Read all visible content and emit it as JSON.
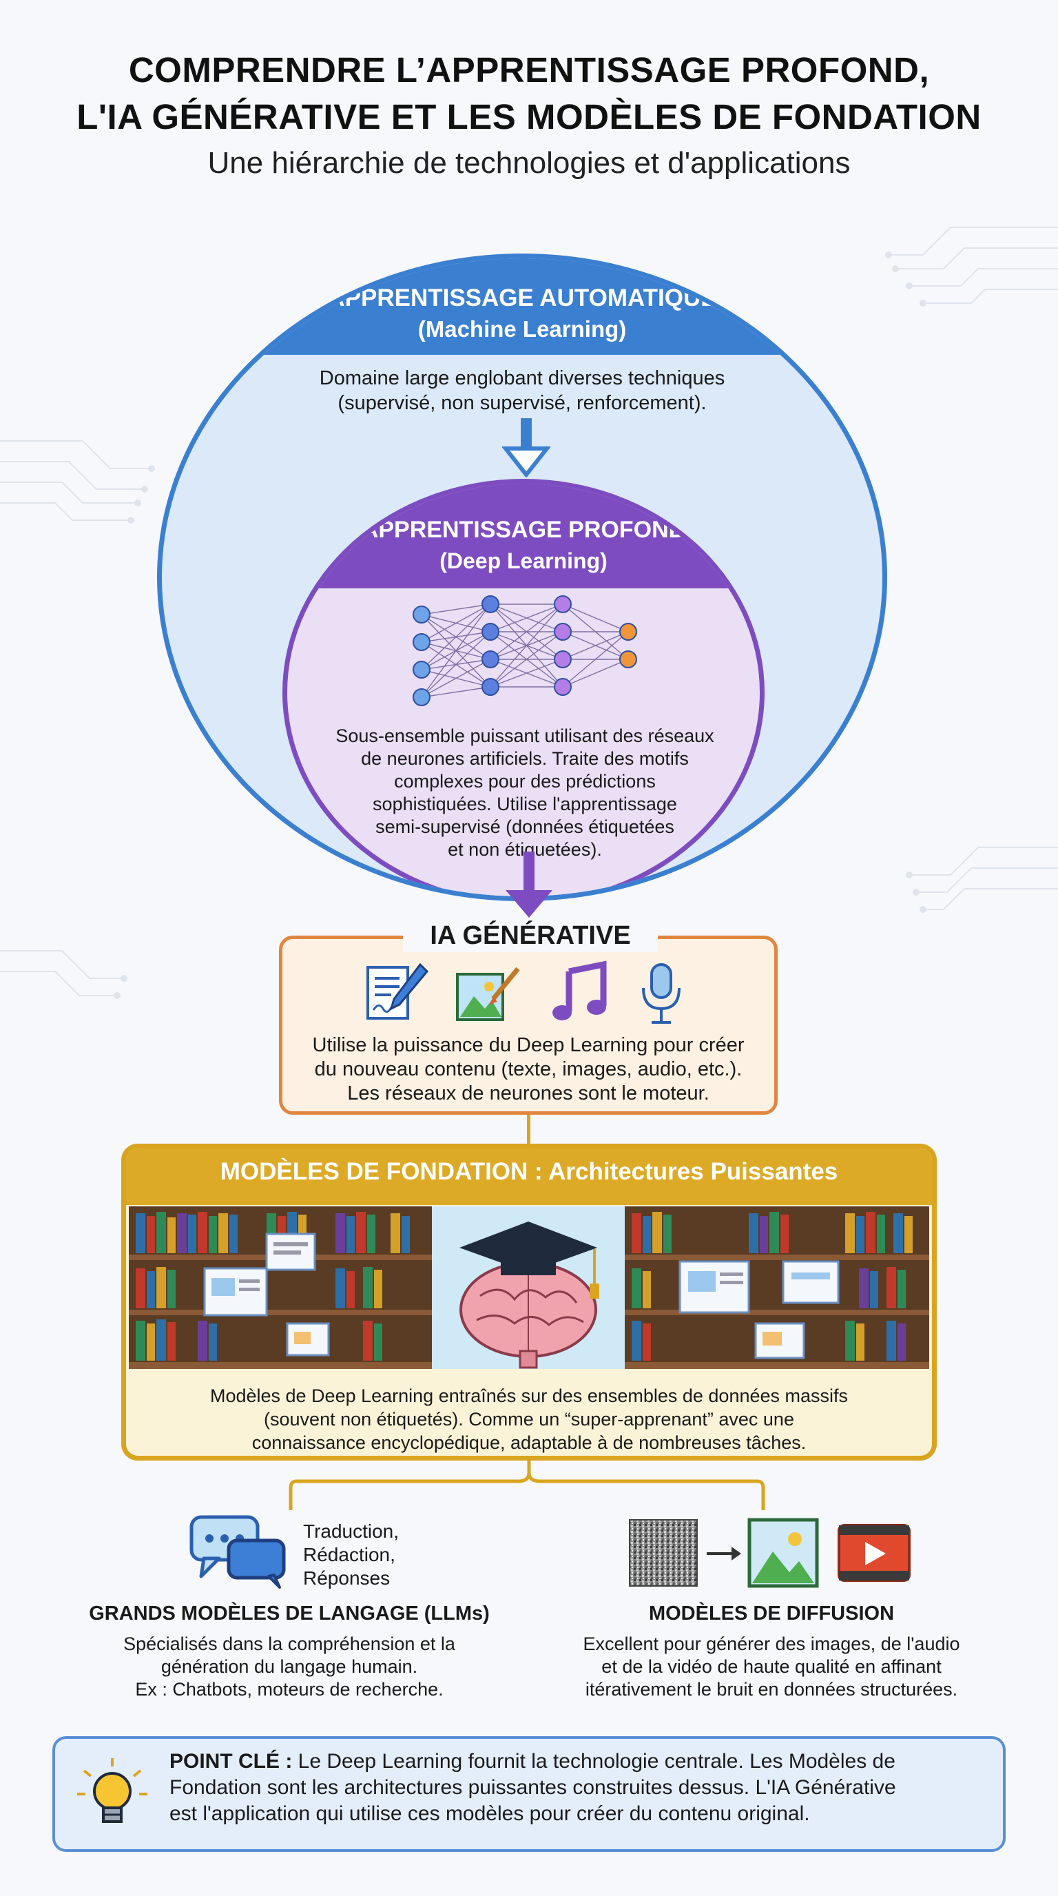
{
  "header": {
    "title_line1": "COMPRENDRE L’APPRENTISSAGE PROFOND,",
    "title_line2": "L'IA GÉNÉRATIVE ET LES MODÈLES DE FONDATION",
    "subtitle": "Une hiérarchie de technologies et d'applications"
  },
  "machine_learning": {
    "title": "APPRENTISSAGE AUTOMATIQUE",
    "subtitle": "(Machine Learning)",
    "desc_line1": "Domaine large englobant diverses techniques",
    "desc_line2": "(supervisé, non supervisé, renforcement).",
    "color": "#3b7fd1"
  },
  "deep_learning": {
    "title": "APPRENTISSAGE PROFOND",
    "subtitle": "(Deep Learning)",
    "desc_line1": "Sous-ensemble puissant utilisant des réseaux",
    "desc_line2": "de neurones artificiels. Traite des motifs",
    "desc_line3": "complexes pour des prédictions",
    "desc_line4": "sophistiquées. Utilise l'apprentissage",
    "desc_line5": "semi-supervisé (données étiquetées",
    "desc_line6": "et non étiquetées).",
    "color": "#7d4cc0",
    "icon": "neural-network-icon"
  },
  "generative_ai": {
    "title": "IA GÉNÉRATIVE",
    "desc_line1": "Utilise la puissance du Deep Learning pour créer",
    "desc_line2": "du nouveau contenu (texte, images, audio, etc.).",
    "desc_line3": "Les réseaux de neurones sont le moteur.",
    "color": "#e0863f",
    "icons": [
      "text-edit-icon",
      "image-paint-icon",
      "music-note-icon",
      "microphone-icon"
    ]
  },
  "foundation_models": {
    "title": "MODÈLES DE FONDATION : Architectures Puissantes",
    "desc_line1": "Modèles de Deep Learning entraînés sur des ensembles de données massifs",
    "desc_line2": "(souvent non étiquetés). Comme un “super-apprenant” avec une",
    "desc_line3": "connaissance encyclopédique, adaptable à de nombreuses tâches.",
    "color": "#d9a521",
    "icon": "graduate-brain-library-illustration"
  },
  "llm": {
    "tasks_line1": "Traduction,",
    "tasks_line2": "Rédaction,",
    "tasks_line3": "Réponses",
    "title": "GRANDS MODÈLES DE LANGAGE (LLMs)",
    "desc_line1": "Spécialisés dans la compréhension et la",
    "desc_line2": "génération du langage humain.",
    "desc_line3": "Ex : Chatbots, moteurs de recherche.",
    "icon": "chat-bubbles-icon"
  },
  "diffusion": {
    "title": "MODÈLES DE DIFFUSION",
    "desc_line1": "Excellent pour générer des images, de l'audio",
    "desc_line2": "et de la vidéo de haute qualité en affinant",
    "desc_line3": "itérativement le bruit en données structurées.",
    "icons": [
      "noise-icon",
      "arrow-right-icon",
      "landscape-image-icon",
      "video-play-icon"
    ]
  },
  "key_point": {
    "label": "POINT CLÉ :",
    "line1": " Le Deep Learning fournit la technologie centrale. Les Modèles de",
    "line2": "Fondation sont les architectures puissantes construites dessus. L'IA Générative",
    "line3": "est l'application qui utilise ces modèles pour créer du contenu original.",
    "icon": "lightbulb-icon"
  }
}
